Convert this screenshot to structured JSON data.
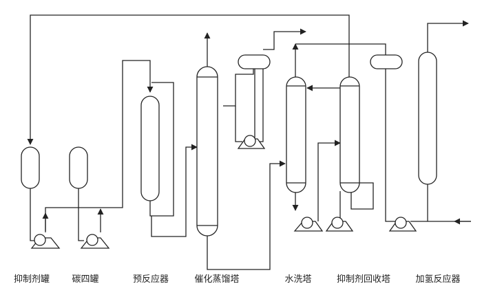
{
  "labels": {
    "inhibitor_tank": "抑制剂罐",
    "c4_tank": "碳四罐",
    "pre_reactor": "预反应器",
    "catalytic_distillation_tower": "催化蒸馏塔",
    "water_wash_tower": "水洗塔",
    "inhibitor_recovery_tower": "抑制剂回收塔",
    "hydrogenation_reactor": "加氢反应器"
  }
}
